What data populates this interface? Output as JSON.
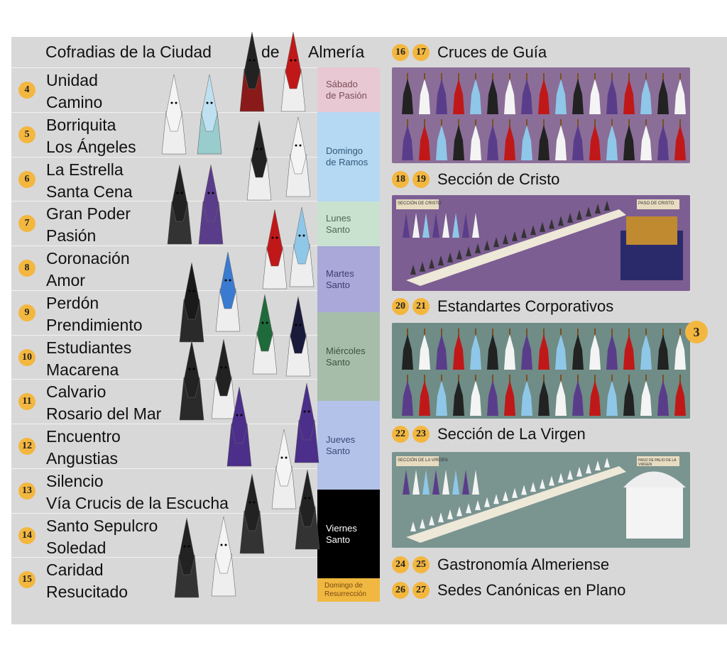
{
  "title_parts": [
    "Cofradias de la Ciudad",
    "de",
    "Almería"
  ],
  "rows": [
    {
      "num": "4",
      "names": [
        "Unidad",
        "Camino"
      ]
    },
    {
      "num": "5",
      "names": [
        "Borriquita",
        "Los Ángeles"
      ]
    },
    {
      "num": "6",
      "names": [
        "La Estrella",
        "Santa Cena"
      ]
    },
    {
      "num": "7",
      "names": [
        "Gran Poder",
        "Pasión"
      ]
    },
    {
      "num": "8",
      "names": [
        "Coronación",
        "Amor"
      ]
    },
    {
      "num": "9",
      "names": [
        "Perdón",
        "Prendimiento"
      ]
    },
    {
      "num": "10",
      "names": [
        "Estudiantes",
        "Macarena"
      ]
    },
    {
      "num": "11",
      "names": [
        "Calvario",
        "Rosario del Mar"
      ]
    },
    {
      "num": "12",
      "names": [
        "Encuentro",
        "Angustias"
      ]
    },
    {
      "num": "13",
      "names": [
        "Silencio",
        "Vía Crucis de la Escucha"
      ]
    },
    {
      "num": "14",
      "names": [
        "Santo Sepulcro",
        "Soledad"
      ]
    },
    {
      "num": "15",
      "names": [
        "Caridad",
        "Resucitado"
      ]
    }
  ],
  "days": [
    {
      "label": [
        "Sábado",
        "de Pasión"
      ],
      "color": "#e8c8d2",
      "text": "#7a4d5a"
    },
    {
      "label": [
        "Domingo",
        "de Ramos"
      ],
      "color": "#b5d8f3",
      "text": "#2f5a7a"
    },
    {
      "label": [
        "Lunes",
        "Santo"
      ],
      "color": "#c9e2cf",
      "text": "#4a6a55"
    },
    {
      "label": [
        "Martes",
        "Santo"
      ],
      "color": "#a9a8d8",
      "text": "#3d3c70"
    },
    {
      "label": [
        "Miércoles",
        "Santo"
      ],
      "color": "#a6bda9",
      "text": "#3d5540"
    },
    {
      "label": [
        "Jueves",
        "Santo"
      ],
      "color": "#b3c2e8",
      "text": "#3a4a78"
    },
    {
      "label": [
        "Viernes",
        "Santo"
      ],
      "color": "#000000",
      "text": "#ffffff"
    },
    {
      "label": [
        "Domingo de",
        "Resurrección"
      ],
      "color": "#f0b840",
      "text": "#7a4a10"
    }
  ],
  "sections": [
    {
      "nums": [
        "16",
        "17"
      ],
      "title": "Cruces de Guía"
    },
    {
      "nums": [
        "18",
        "19"
      ],
      "title": "Sección de Cristo"
    },
    {
      "nums": [
        "20",
        "21"
      ],
      "title": "Estandartes Corporativos"
    },
    {
      "nums": [
        "22",
        "23"
      ],
      "title": "Sección de La Virgen"
    },
    {
      "nums": [
        "24",
        "25"
      ],
      "title": "Gastronomía Almeriense"
    },
    {
      "nums": [
        "26",
        "27"
      ],
      "title": "Sedes Canónicas en Plano"
    }
  ],
  "plates": [
    {
      "color": "#8a6e98"
    },
    {
      "color": "#7c5e92"
    },
    {
      "color": "#6f8c86"
    },
    {
      "color": "#7a9490"
    }
  ],
  "page_badge": "3",
  "plate_labels": {
    "cristo": "SECCIÓN DE CRISTO",
    "cristo_paso": "PASO DE CRISTO",
    "virgen": "SECCIÓN DE LA VIRGEN",
    "virgen_paso": "PASO DE PALIO DE LA VIRGEN"
  }
}
